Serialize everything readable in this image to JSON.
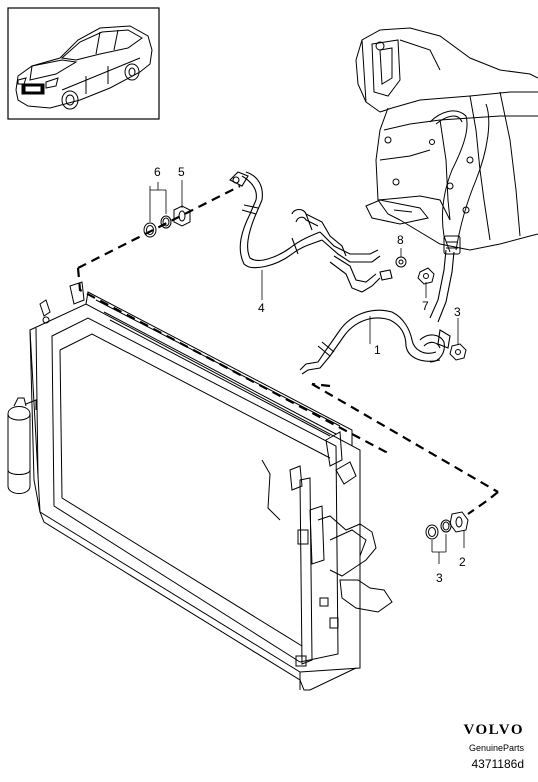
{
  "callouts": {
    "c1": "1",
    "c2": "2",
    "c3a": "3",
    "c3b": "3",
    "c4": "4",
    "c5": "5",
    "c6": "6",
    "c7": "7",
    "c8": "8"
  },
  "brand": {
    "name": "VOLVO",
    "sub": "GenuineParts",
    "code": "4371186d"
  }
}
